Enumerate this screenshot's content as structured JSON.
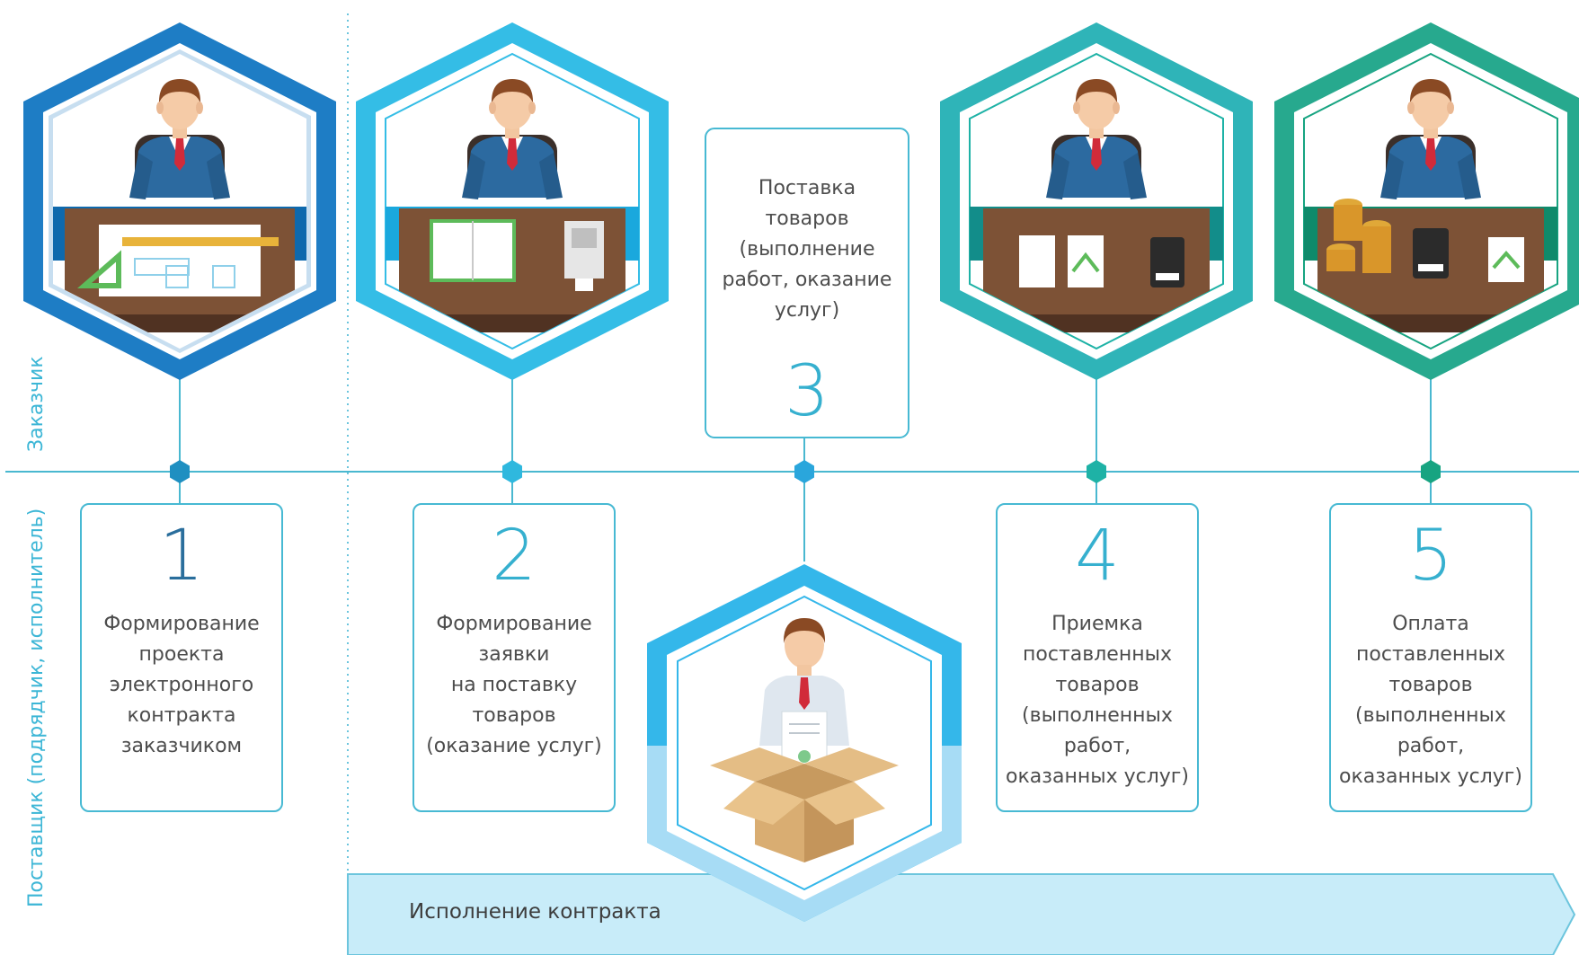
{
  "role_labels": {
    "customer": "Заказчик",
    "supplier": "Поставщик (подрядчик, исполнитель)"
  },
  "steps": [
    {
      "number": "1",
      "text": "Формирование\nпроекта\nэлектронного\nконтракта\nзаказчиком"
    },
    {
      "number": "2",
      "text": "Формирование\nзаявки\nна поставку\nтоваров\n(оказание услуг)"
    },
    {
      "number": "3",
      "text": "Поставка\nтоваров\n(выполнение\nработ, оказание\nуслуг)"
    },
    {
      "number": "4",
      "text": "Приемка\nпоставленных\nтоваров\n(выполненных\nработ,\nоказанных услуг)"
    },
    {
      "number": "5",
      "text": "Оплата\nпоставленных\nтоваров\n(выполненных\nработ,\nоказанных услуг)"
    }
  ],
  "banner": {
    "label": "Исполнение контракта"
  },
  "colors": {
    "hex1": "#1e7dc5",
    "hex2": "#34bde6",
    "hex3": "#1aa8dd",
    "hex4": "#1eb2a6",
    "hex5": "#17a481",
    "line": "#49b8d0",
    "number1": "#2a6e9c",
    "number_other": "#36b0cf",
    "banner_fill": "#c8ecf9"
  },
  "icons": [
    "businessman-icon",
    "desk-icon",
    "ruler-icon",
    "notebook-icon",
    "calculator-icon",
    "document-icon",
    "coins-icon",
    "box-icon",
    "certificate-icon"
  ]
}
